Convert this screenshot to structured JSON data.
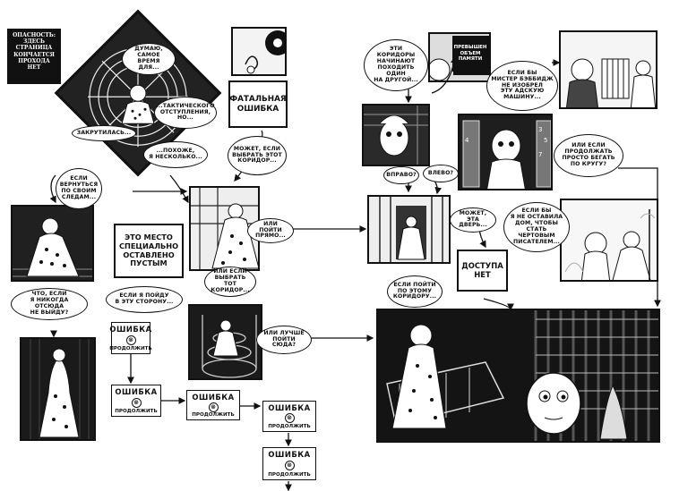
{
  "caption": "ОПАСНОСТЬ:\nЗДЕСЬ\nСТРАНИЦА\nКОНЧАЕТСЯ\nПРОХОДА\nНЕТ",
  "bubbles": {
    "b1": "ДУМАЮ,\nСАМОЕ ВРЕМЯ\nДЛЯ...",
    "b2": "...ТАКТИЧЕСКОГО\nОТСТУПЛЕНИЯ,\nНО...",
    "b3": "ЗАКРУТИЛАСЬ...",
    "b4": "...ПОХОЖЕ,\nЯ НЕСКОЛЬКО...",
    "b5": "ЕСЛИ\nВЕРНУТЬСЯ\nПО СВОИМ\nСЛЕДАМ...",
    "b6": "МОЖЕТ, ЕСЛИ\nВЫБРАТЬ ЭТОТ\nКОРИДОР...",
    "b7": "ИЛИ ПОЙТИ\nПРЯМО...",
    "b8": "ИЛИ ЕСЛИ\nВЫБРАТЬ ТОТ\nКОРИДОР...",
    "b9": "ЧТО, ЕСЛИ\nЯ НИКОГДА ОТСЮДА\nНЕ ВЫЙДУ?",
    "b10": "ЕСЛИ Я ПОЙДУ\nВ ЭТУ СТОРОНУ...",
    "b11": "ИЛИ ЛУЧШЕ\nПОЙТИ\nСЮДА?",
    "b12": "ЭТИ\nКОРИДОРЫ\nНАЧИНАЮТ\nПОХОДИТЬ ОДИН\nНА ДРУГОЙ...",
    "b13": "ЕСЛИ БЫ\nМИСТЕР БЭББИДЖ\nНЕ ИЗОБРЕЛ\nЭТУ АДСКУЮ\nМАШИНУ...",
    "b14": "ИЛИ ЕСЛИ\nПРОДОЛЖАТЬ\nПРОСТО БЕГАТЬ\nПО КРУГУ?",
    "b15": "ВПРАВО?",
    "b16": "ВЛЕВО?",
    "b17": "МОЖЕТ, ЭТА\nДВЕРЬ...",
    "b18": "ЕСЛИ БЫ\nЯ НЕ ОСТАВИЛА\nДОМ, ЧТОБЫ\nСТАТЬ ЧЕРТОВЫМ\nПИСАТЕЛЕМ...",
    "b19": "ЕСЛИ ПОЙТИ\nПО ЭТОМУ\nКОРИДОРУ..."
  },
  "signs": {
    "fatal": "ФАТАЛЬНАЯ\nОШИБКА",
    "empty": "ЭТО МЕСТО\nСПЕЦИАЛЬНО\nОСТАВЛЕНО\nПУСТЫМ",
    "no_access": "ДОСТУПА\nНЕТ",
    "memory": "ПРЕВЫШЕН\nОБЪЕМ\nПАМЯТИ"
  },
  "errors": {
    "title": "ОШИБКА",
    "icon": "⊗",
    "continue": "ПРОДОЛЖИТЬ"
  }
}
